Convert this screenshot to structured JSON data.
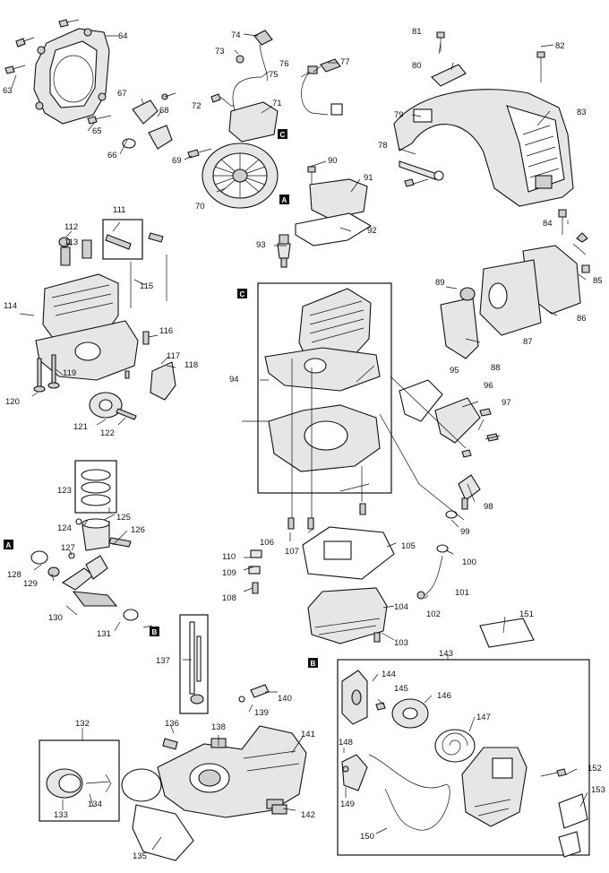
{
  "parts": [
    "63",
    "64",
    "65",
    "66",
    "67",
    "68",
    "69",
    "70",
    "71",
    "72",
    "73",
    "74",
    "75",
    "76",
    "77",
    "78",
    "79",
    "80",
    "81",
    "82",
    "83",
    "84",
    "85",
    "86",
    "87",
    "88",
    "89",
    "90",
    "91",
    "92",
    "93",
    "94",
    "95",
    "96",
    "97",
    "98",
    "99",
    "100",
    "101",
    "102",
    "103",
    "104",
    "105",
    "106",
    "107",
    "108",
    "109",
    "110",
    "111",
    "112",
    "113",
    "114",
    "115",
    "116",
    "117",
    "118",
    "119",
    "120",
    "121",
    "122",
    "123",
    "124",
    "125",
    "126",
    "127",
    "128",
    "129",
    "130",
    "131",
    "132",
    "133",
    "134",
    "135",
    "136",
    "137",
    "138",
    "139",
    "140",
    "141",
    "142",
    "143",
    "144",
    "145",
    "146",
    "147",
    "148",
    "149",
    "150",
    "151",
    "152",
    "153"
  ],
  "refs": [
    "A",
    "B",
    "C"
  ]
}
